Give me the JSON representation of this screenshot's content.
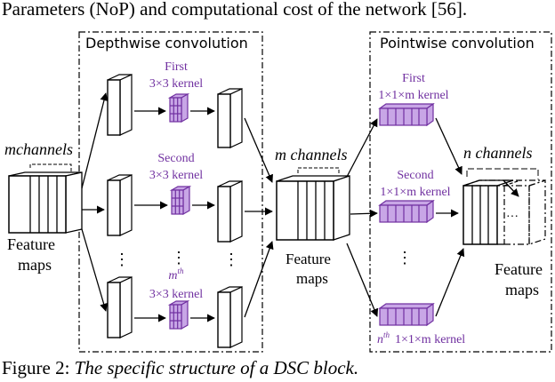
{
  "header_text": "Parameters (NoP) and computational cost of the network [56].",
  "depthwise": {
    "title": "Depthwise convolution",
    "kernels": [
      {
        "line1": "First",
        "line2": "3×3 kernel"
      },
      {
        "line1": "Second",
        "line2": "3×3 kernel"
      },
      {
        "line1_base": "m",
        "line1_sup": "th",
        "line2": "3×3 kernel"
      }
    ]
  },
  "pointwise": {
    "title": "Pointwise convolution",
    "kernels": [
      {
        "line1": "First",
        "line2": "1×1×m kernel"
      },
      {
        "line1": "Second",
        "line2": "1×1×m kernel"
      },
      {
        "prefix_base": "n",
        "prefix_sup": "th",
        "text": "1×1×m kernel"
      }
    ]
  },
  "input": {
    "channels_label": "mchannels",
    "feature_label_1": "Feature",
    "feature_label_2": "maps"
  },
  "middle": {
    "channels_label": "m channels",
    "feature_label_1": "Feature",
    "feature_label_2": "maps"
  },
  "output": {
    "channels_label": "n channels",
    "feature_label_1": "Feature",
    "feature_label_2": "maps"
  },
  "ellipsis": "⋮",
  "caption": {
    "prefix": "Figure 2: ",
    "text": "The specific structure of a DSC block."
  },
  "colors": {
    "kernel": "#7030a0",
    "kernel_fill": "#c8a6e6",
    "stroke": "#000000"
  }
}
